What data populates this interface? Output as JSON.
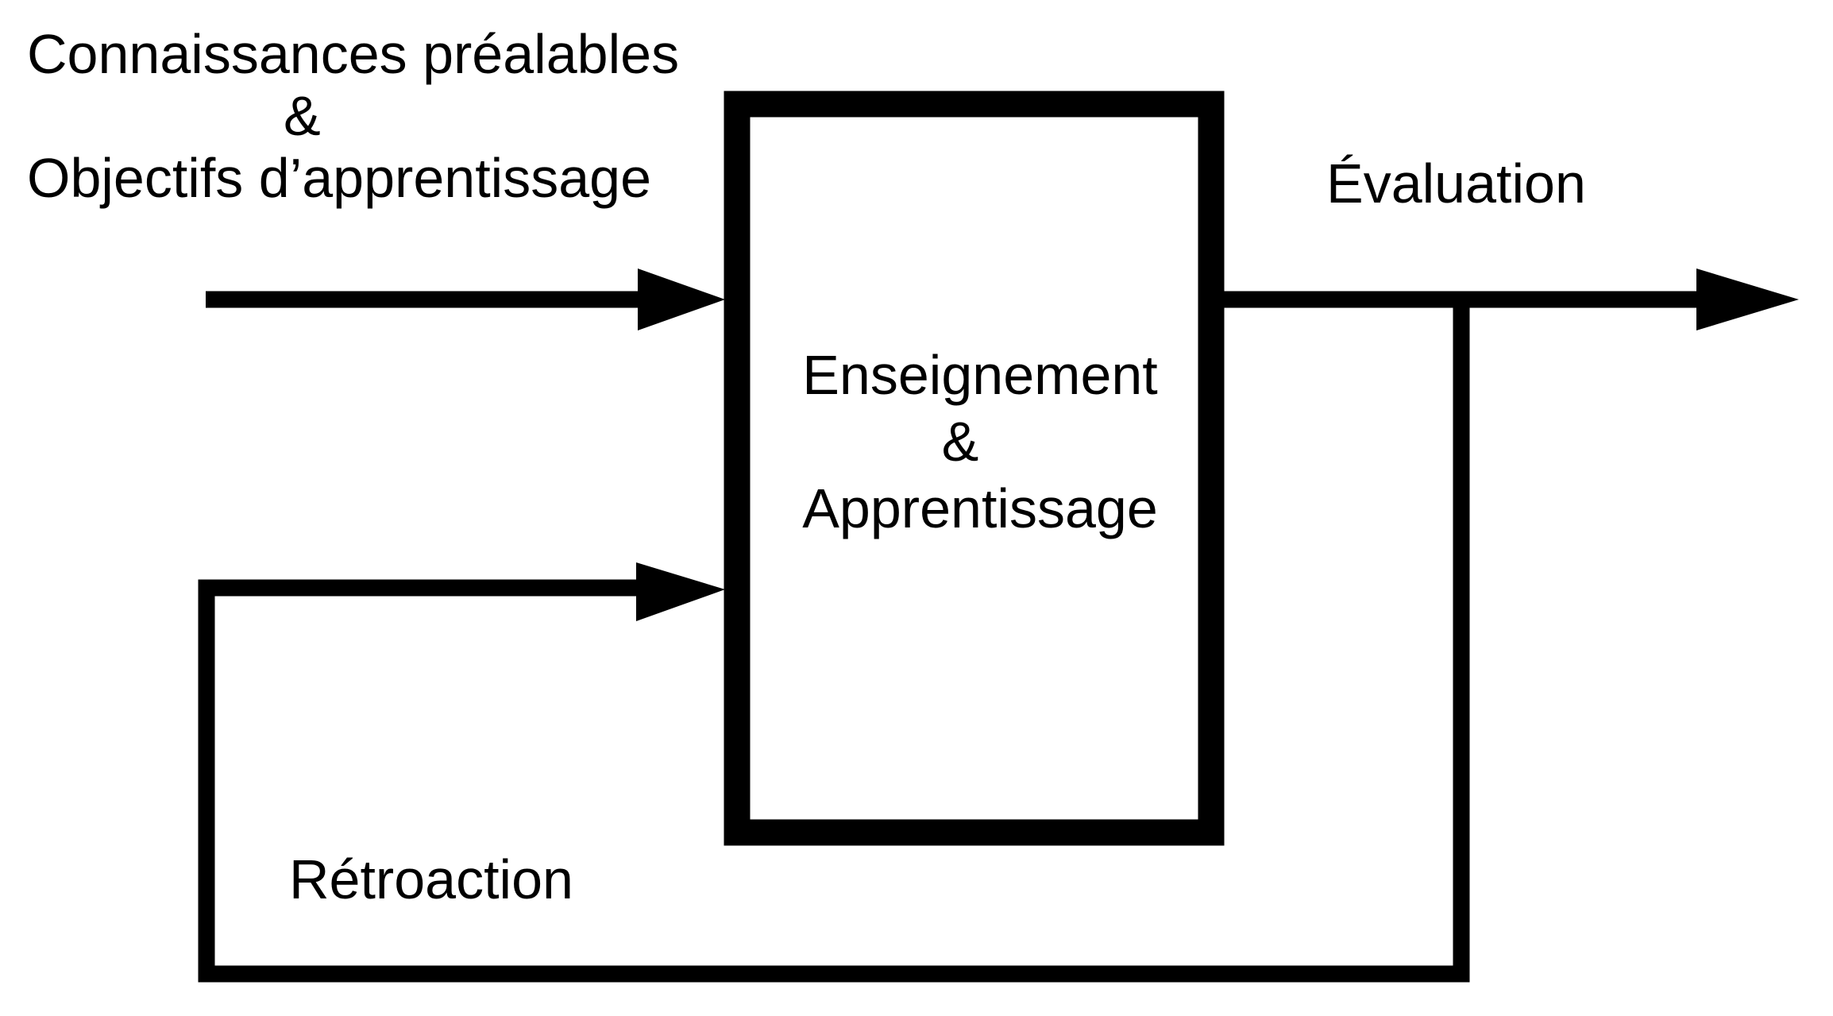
{
  "diagram": {
    "input_label": {
      "line1": "Connaissances préalables",
      "line2": "&",
      "line3": "Objectifs d’apprentissage"
    },
    "process_box": {
      "line1": "Enseignement",
      "line2": "&",
      "line3": "Apprentissage"
    },
    "output_label": "Évaluation",
    "feedback_label": "Rétroaction"
  },
  "colors": {
    "stroke": "#000000",
    "background": "#ffffff"
  }
}
